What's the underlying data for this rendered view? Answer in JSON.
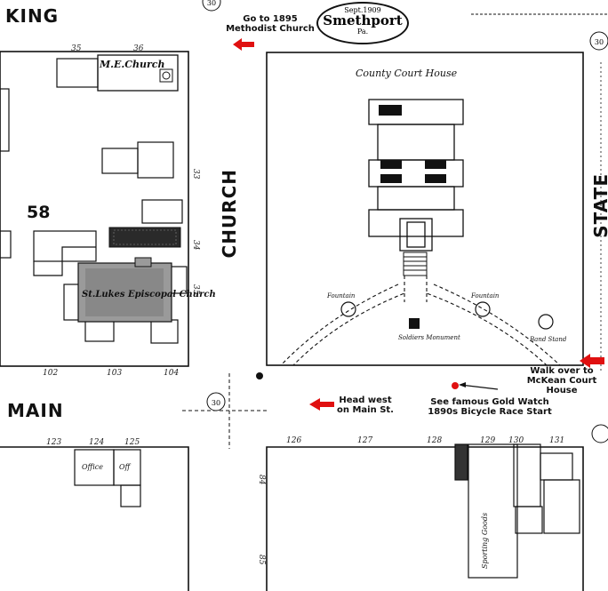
{
  "cartouche": {
    "date": "Sept.1909",
    "city": "Smethport",
    "state": "Pa."
  },
  "streets": {
    "king": "KING",
    "church": "CHURCH",
    "state": "STATE",
    "main": "MAIN"
  },
  "block_number": "58",
  "buildings": {
    "me_church": "M.E.Church",
    "court_house": "County Court House",
    "st_lukes": "St.Lukes Episcopal Church",
    "fountain_left": "Fountain",
    "fountain_right": "Fountain",
    "soldiers_monument": "Soldiers Monument",
    "band_stand": "Band Stand",
    "office_1": "Office",
    "office_2": "Off",
    "sporting_goods": "Sporting Goods"
  },
  "lot_numbers": {
    "top": [
      "35",
      "36"
    ],
    "block58_bottom": [
      "102",
      "103",
      "104"
    ],
    "block58_right": [
      "33",
      "34",
      "35"
    ],
    "south_left": [
      "123",
      "124",
      "125"
    ],
    "south_main": [
      "126",
      "127",
      "128",
      "129",
      "130",
      "131"
    ],
    "south_side": [
      "84",
      "85"
    ]
  },
  "route_markers": {
    "king_church": "30",
    "main_church": "30",
    "state_top": "30"
  },
  "annotations": {
    "methodist": "Go to 1895 Methodist Church",
    "court_house": "Walk over to McKean Court House",
    "main_st": "Head west on Main St.",
    "gold_watch": "See famous Gold Watch 1890s Bicycle Race Start"
  },
  "colors": {
    "arrow": "#e01010",
    "ink": "#111111",
    "highlight_dot": "#e01010"
  }
}
